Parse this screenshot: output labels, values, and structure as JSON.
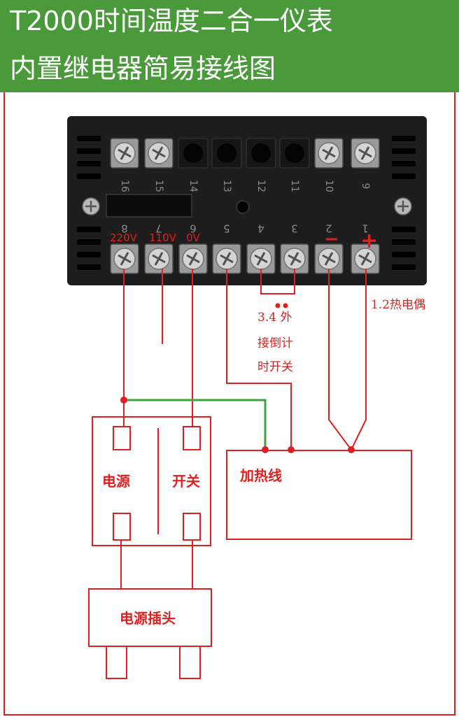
{
  "title": "T2000时间温度二合一仪表",
  "subtitle": "内置继电器简易接线图",
  "colors": {
    "banner": "#4a9a3c",
    "wire": "#e02020",
    "green_wire": "#3fa040",
    "device": "#1d1d1d"
  },
  "terminals": {
    "top_numbers": [
      "16",
      "15",
      "14",
      "13",
      "12",
      "11",
      "10",
      "9"
    ],
    "bottom_numbers": [
      "8",
      "7",
      "6",
      "5",
      "4",
      "3",
      "2",
      "1"
    ],
    "voltage_labels": [
      "220V",
      "110V",
      "0V"
    ],
    "minus": "−",
    "plus": "+"
  },
  "annotations": {
    "thermocouple": "1.2热电偶",
    "timer_switch": [
      "3.4 外",
      "接倒计",
      "时开关"
    ]
  },
  "boxes": {
    "power_label": "电源",
    "switch_label": "开关",
    "heater_label": "加热线",
    "plug_label": "电源插头"
  }
}
